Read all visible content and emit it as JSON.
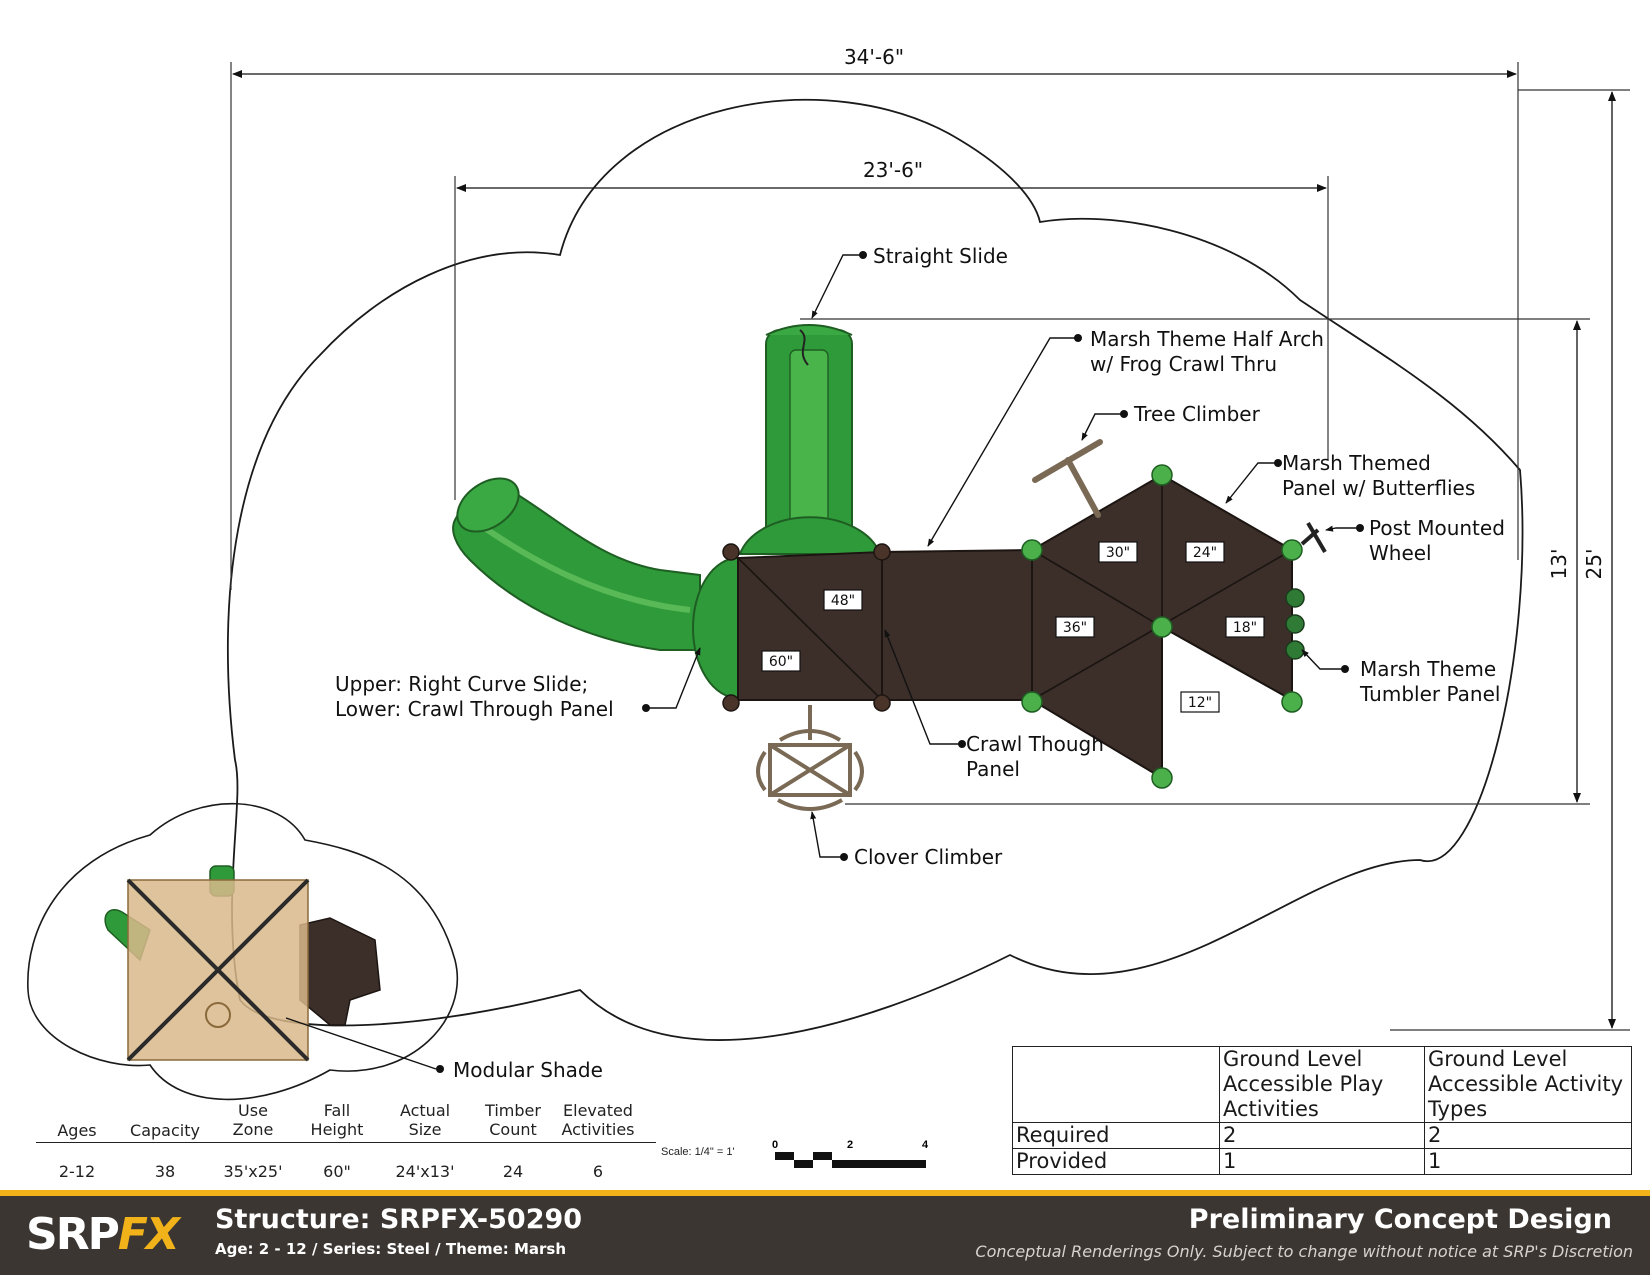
{
  "dimensions": {
    "overall_width": "34'-6\"",
    "structure_width": "23'-6\"",
    "structure_depth": "13'",
    "overall_depth": "25'"
  },
  "callouts": {
    "straight_slide": "Straight Slide",
    "half_arch_1": "Marsh Theme Half Arch",
    "half_arch_2": "w/ Frog Crawl Thru",
    "tree_climber": "Tree Climber",
    "butterflies_1": "Marsh Themed",
    "butterflies_2": "Panel w/ Butterflies",
    "wheel_1": "Post Mounted",
    "wheel_2": "Wheel",
    "tumbler_1": "Marsh Theme",
    "tumbler_2": "Tumbler Panel",
    "curve_slide_1": "Upper: Right Curve Slide;",
    "curve_slide_2": "Lower: Crawl Through Panel",
    "crawl_panel_1": "Crawl Though",
    "crawl_panel_2": "Panel",
    "clover_climber": "Clover Climber",
    "modular_shade": "Modular Shade"
  },
  "deck_heights": {
    "h48": "48\"",
    "h60": "60\"",
    "h30": "30\"",
    "h24": "24\"",
    "h36": "36\"",
    "h18": "18\"",
    "h12": "12\""
  },
  "specs": {
    "headers": [
      [
        "Ages"
      ],
      [
        "Capacity"
      ],
      [
        "Use",
        "Zone"
      ],
      [
        "Fall",
        "Height"
      ],
      [
        "Actual",
        "Size"
      ],
      [
        "Timber",
        "Count"
      ],
      [
        "Elevated",
        "Activities"
      ]
    ],
    "values": [
      "2-12",
      "38",
      "35'x25'",
      "60\"",
      "24'x13'",
      "24",
      "6"
    ]
  },
  "scale": {
    "label": "Scale: 1/4\" = 1'",
    "ticks": [
      "0",
      "2",
      "4"
    ]
  },
  "accessibility": {
    "col1": "Ground Level Accessible Play Activities",
    "col2": "Ground Level Accessible Activity Types",
    "rows": [
      {
        "label": "Required",
        "v1": "2",
        "v2": "2"
      },
      {
        "label": "Provided",
        "v1": "1",
        "v2": "1"
      }
    ]
  },
  "footer": {
    "logo_srp": "SRP",
    "logo_fx": "FX",
    "structure": "Structure: SRPFX-50290",
    "subline": "Age: 2 - 12 / Series: Steel / Theme: Marsh",
    "title": "Preliminary Concept Design",
    "disclaimer": "Conceptual Renderings Only. Subject to change without notice at SRP's Discretion"
  },
  "colors": {
    "slide_green": "#2f9a3a",
    "deck_brown": "#3c2f2a",
    "post_green": "#4bb04a",
    "footer_bg": "#3b3632",
    "accent_gold": "#f2b31a",
    "shade_tan": "#d9b98c"
  }
}
